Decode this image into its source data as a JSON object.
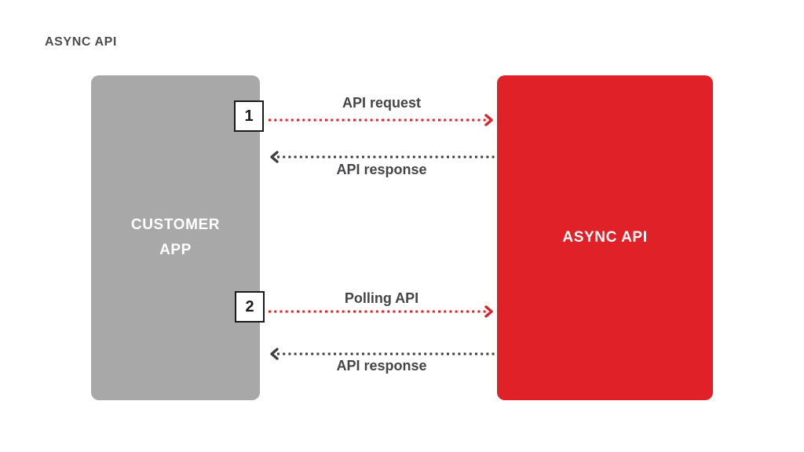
{
  "page": {
    "title": "ASYNC API"
  },
  "colors": {
    "accent_red": "#e02127",
    "node_gray": "#a8a8a8",
    "arrow_dark": "#3e3e40",
    "label_dark": "#454548",
    "title_dark": "#4d4d4f",
    "node_text": "#ffffff",
    "step_box_border": "#1a1a1a"
  },
  "nodes": {
    "customer_app": {
      "label_line1": "CUSTOMER",
      "label_line2": "APP",
      "color": "#a8a8a8"
    },
    "async_api": {
      "label": "ASYNC API",
      "color": "#e02127"
    }
  },
  "flows": [
    {
      "step": "1",
      "label": "API request",
      "direction": "right",
      "color": "#e02127"
    },
    {
      "step": "",
      "label": "API response",
      "direction": "left",
      "color": "#3e3e40"
    },
    {
      "step": "2",
      "label": "Polling API",
      "direction": "right",
      "color": "#e02127"
    },
    {
      "step": "",
      "label": "API response",
      "direction": "left",
      "color": "#3e3e40"
    }
  ]
}
